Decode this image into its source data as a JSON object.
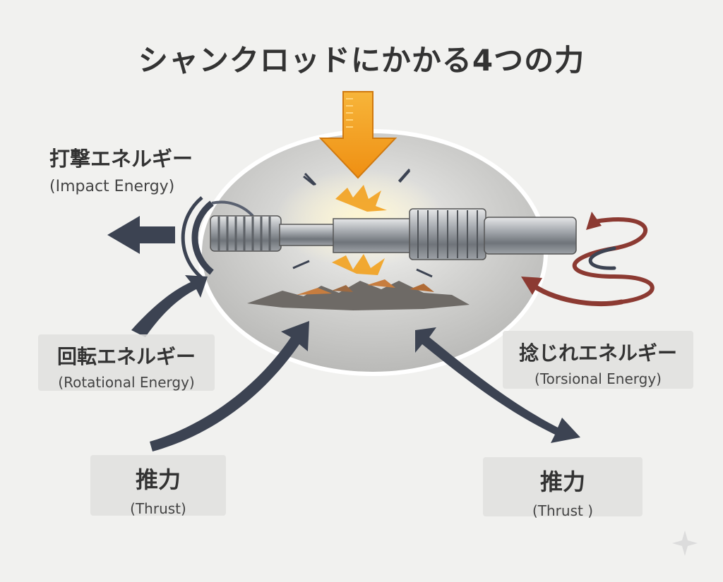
{
  "title": "シャンクロッドにかかる4つの力",
  "labels": {
    "impact": {
      "jp": "打撃エネルギー",
      "en": "(Impact Energy)"
    },
    "rotational": {
      "jp": "回転エネルギー",
      "en": "(Rotational Energy)"
    },
    "torsional": {
      "jp": "捻じれエネルギー",
      "en": "(Torsional Energy)"
    },
    "thrust_left": {
      "jp": "推力",
      "en": "(Thrust)"
    },
    "thrust_right": {
      "jp": "推力",
      "en": "(Thrust )"
    }
  },
  "colors": {
    "impact_arrow": "#f2a11e",
    "arrow_dark": "#3c4352",
    "torsion_red": "#8c3a32",
    "rod_steel": "#9a9ea4",
    "disc": "#c9c9c9"
  },
  "icons": {
    "impact": "down-arrow-icon",
    "torsion": "spiral-arrow-icon",
    "thrust": "curved-arrow-icon",
    "sparkle": "sparkle-icon"
  }
}
